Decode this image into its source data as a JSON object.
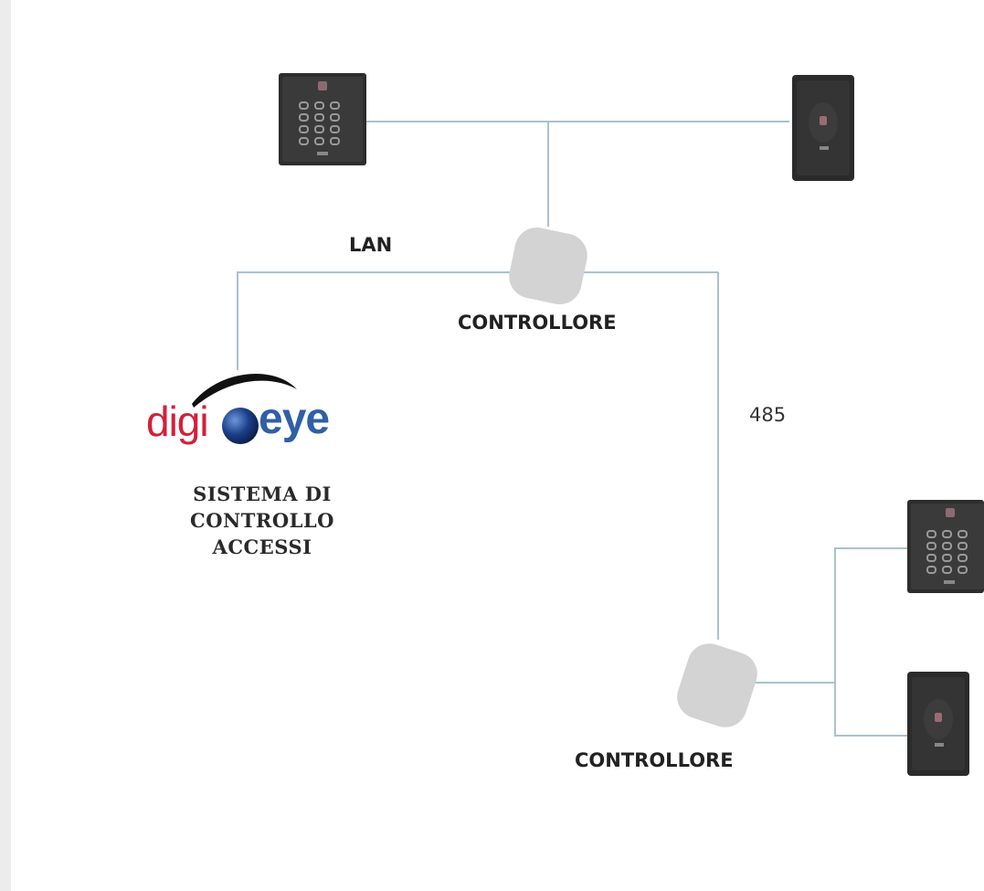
{
  "labels": {
    "lan": "LAN",
    "rs485": "485",
    "controller_top": "CONTROLLORE",
    "controller_bottom": "CONTROLLORE"
  },
  "logo": {
    "part1": "digi",
    "part2": "eye",
    "colors": {
      "digi": "#d2203a",
      "eye": "#2f5fa8",
      "orb": "#1c3f8a"
    }
  },
  "caption": {
    "line1": "SISTEMA DI",
    "line2": "CONTROLLO",
    "line3": "ACCESSI"
  },
  "colors": {
    "wire": "#a9c2cf",
    "controller": "#d3d3d3",
    "reader": "#2b2b2b"
  },
  "devices": [
    {
      "id": "reader-keypad-top",
      "type": "keypad-reader"
    },
    {
      "id": "reader-card-top",
      "type": "card-reader"
    },
    {
      "id": "reader-keypad-bottom",
      "type": "keypad-reader"
    },
    {
      "id": "reader-card-bottom",
      "type": "card-reader"
    }
  ]
}
